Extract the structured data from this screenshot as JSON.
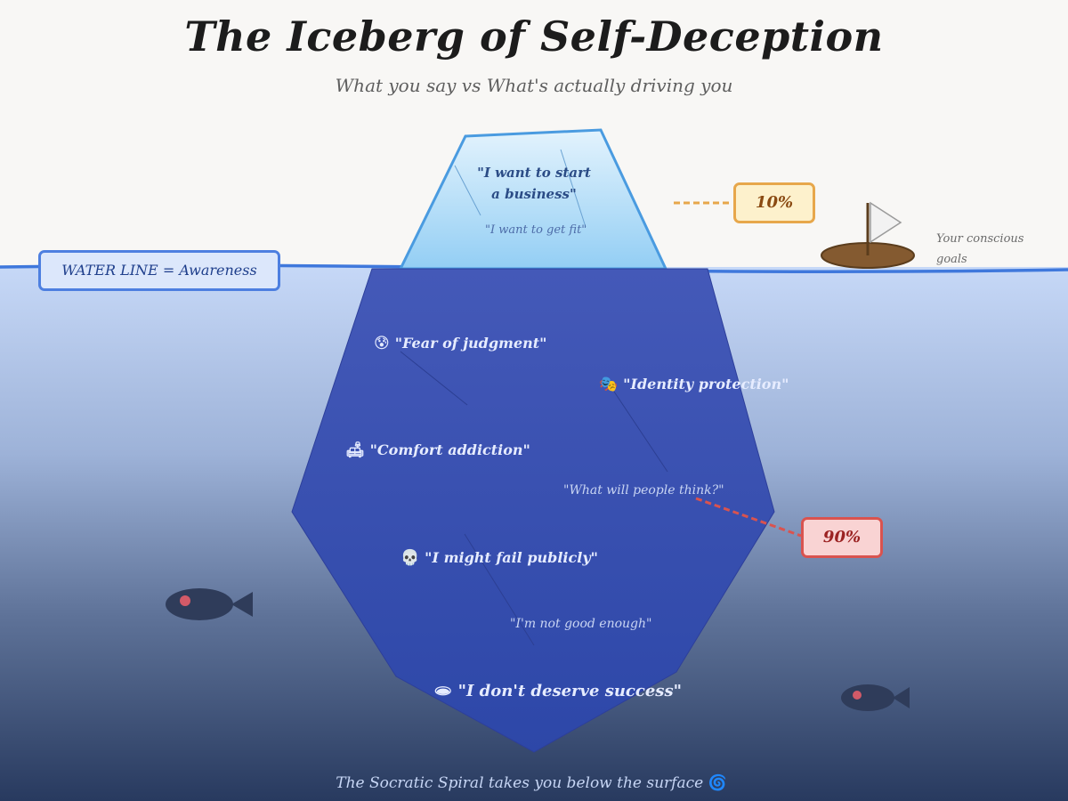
{
  "header": {
    "title": "The Iceberg of Self-Deception",
    "subtitle": "What you say vs What's actually driving you"
  },
  "tip": {
    "statements": [
      "\"I want to start a business\"",
      "\"I want to get fit\""
    ],
    "percentage_label": "10%",
    "percentage": 10
  },
  "waterline": {
    "label": "WATER LINE = Awareness"
  },
  "boat": {
    "caption": "Your conscious goals",
    "icon": "sailboat-icon"
  },
  "below_surface": {
    "percentage_label": "90%",
    "percentage": 90,
    "items": [
      {
        "emoji": "😰",
        "icon": "anxious-face-icon",
        "text": "\"Fear of judgment\""
      },
      {
        "emoji": "🎭",
        "icon": "theater-masks-icon",
        "text": "\"Identity protection\""
      },
      {
        "emoji": "🛋",
        "icon": "couch-lamp-icon",
        "text": "\"Comfort addiction\""
      },
      {
        "emoji": "",
        "icon": "none",
        "text": "\"What will people think?\""
      },
      {
        "emoji": "💀",
        "icon": "skull-icon",
        "text": "\"I might fail publicly\""
      },
      {
        "emoji": "",
        "icon": "none",
        "text": "\"I'm not good enough\""
      },
      {
        "emoji": "🕳",
        "icon": "hole-icon",
        "text": "\"I don't deserve success\""
      }
    ]
  },
  "footer": {
    "text": "The Socratic Spiral takes you below the surface",
    "emoji": "🌀",
    "icon": "cyclone-icon"
  },
  "colors": {
    "sky": "#f8f7f5",
    "water_top": "#c3d6f6",
    "water_bottom": "#2a3b60",
    "iceberg_tip": "#9fd4f6",
    "iceberg_tip_stroke": "#4a9be0",
    "iceberg_body": "#3a52b4",
    "tip_pct_accent": "#e7a74b",
    "deep_pct_accent": "#d9534f",
    "waterline": "#3f78dc"
  }
}
